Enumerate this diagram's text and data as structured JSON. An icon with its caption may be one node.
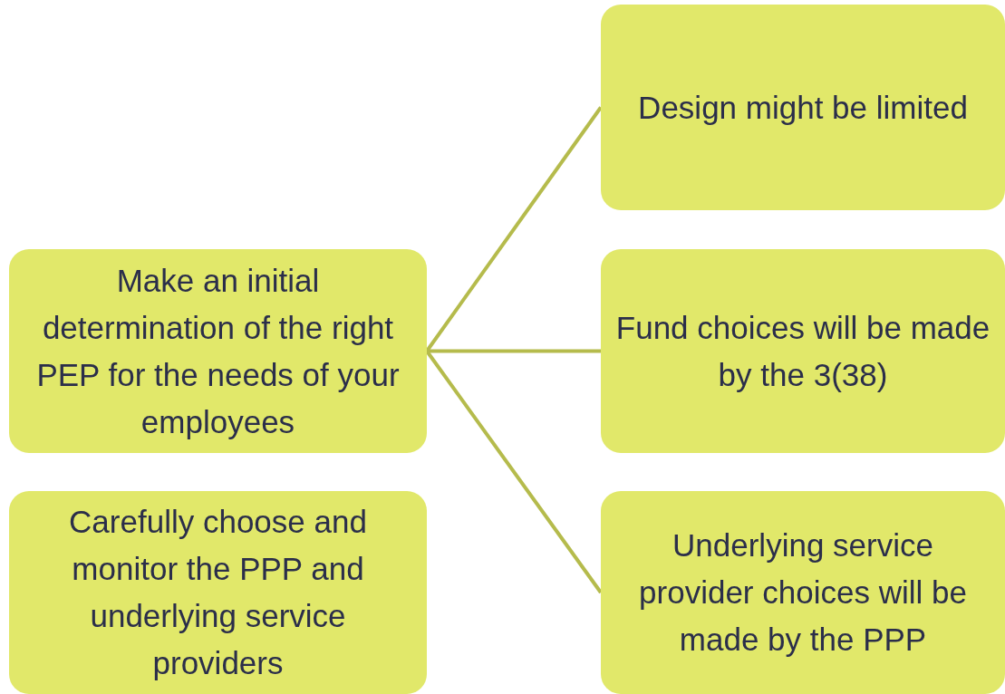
{
  "diagram": {
    "nodes": [
      {
        "text": [
          "Make an initial determination of the right PEP for the needs of your employees"
        ]
      },
      {
        "text": [
          "Carefully choose and monitor the PPP and underlying service providers"
        ]
      },
      {
        "text": [
          "Design might be limited"
        ]
      },
      {
        "text": [
          "Fund choices will be made by the 3(38)"
        ]
      },
      {
        "text": [
          "Underlying service provider choices will be made by the PPP"
        ]
      }
    ],
    "edges": [
      {
        "from": 0,
        "to": 2,
        "arrow": "none"
      },
      {
        "from": 0,
        "to": 3,
        "arrow": "none"
      },
      {
        "from": 0,
        "to": 4,
        "arrow": "none"
      }
    ]
  }
}
